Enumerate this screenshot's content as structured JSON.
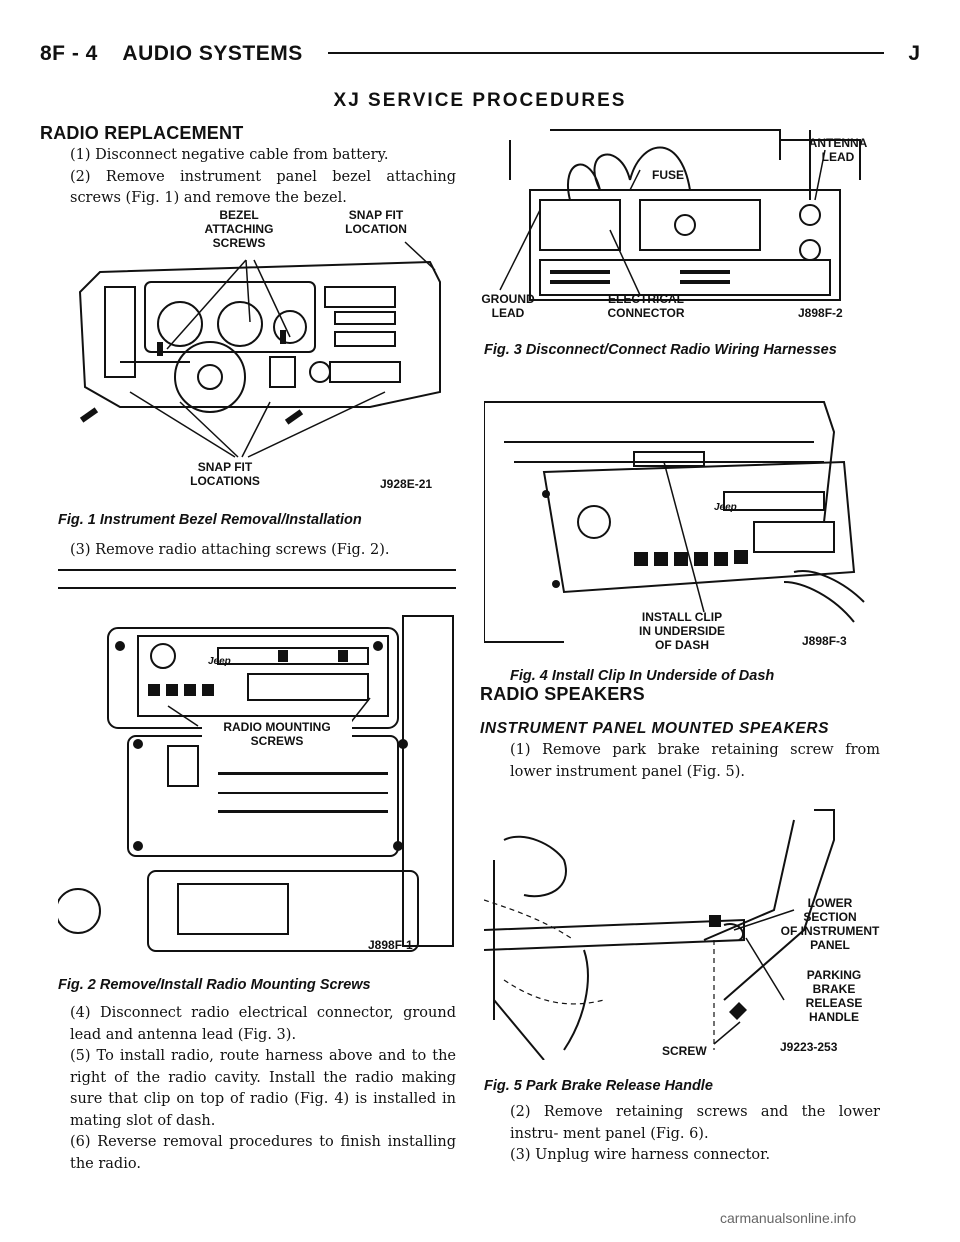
{
  "header": {
    "left": "8F - 4    AUDIO SYSTEMS",
    "right": "J"
  },
  "title": "XJ SERVICE PROCEDURES",
  "left_col": {
    "h_radio_replacement": "RADIO REPLACEMENT",
    "p1": "(1) Disconnect negative cable from battery.",
    "p2": "(2) Remove instrument panel bezel attaching screws (Fig. 1) and remove the bezel.",
    "p3": "(3) Remove radio attaching screws (Fig. 2).",
    "p4": "(4) Disconnect radio electrical connector, ground lead and antenna lead (Fig. 3).",
    "p5": "(5) To install radio, route harness above and to the right of the radio cavity. Install the radio making sure that clip on top of radio (Fig. 4) is installed in mating slot of dash.",
    "p6": "(6) Reverse removal procedures to finish installing the radio."
  },
  "fig1": {
    "caption": "Fig. 1 Instrument Bezel Removal/Installation",
    "label_bezel": "BEZEL\nATTACHING\nSCREWS",
    "label_snapfit_top": "SNAP FIT\nLOCATION",
    "label_snapfit_bottom": "SNAP FIT\nLOCATIONS",
    "code": "J928E-21"
  },
  "fig2": {
    "caption": "Fig. 2 Remove/Install Radio Mounting Screws",
    "label_screws": "RADIO MOUNTING\nSCREWS",
    "code": "J898F-1",
    "brand": "Jeep"
  },
  "right_col": {
    "h_radio_speakers": "RADIO SPEAKERS",
    "h_ip_speakers": "INSTRUMENT PANEL MOUNTED SPEAKERS",
    "q1": "(1) Remove park brake retaining screw from lower instrument panel (Fig. 5).",
    "q2": "(2) Remove retaining screws and the lower instru- ment panel (Fig. 6).",
    "q3": "(3) Unplug wire harness connector."
  },
  "fig3": {
    "caption": "Fig. 3 Disconnect/Connect Radio Wiring Harnesses",
    "label_antenna": "ANTENNA\nLEAD",
    "label_fuse": "FUSE",
    "label_ground": "GROUND\nLEAD",
    "label_connector": "ELECTRICAL\nCONNECTOR",
    "code": "J898F-2"
  },
  "fig4": {
    "caption": "Fig. 4 Install Clip In Underside of Dash",
    "label_clip": "INSTALL CLIP\nIN UNDERSIDE\nOF DASH",
    "code": "J898F-3",
    "brand": "Jeep"
  },
  "fig5": {
    "caption": "Fig. 5 Park Brake Release Handle",
    "label_lower": "LOWER\nSECTION\nOF INSTRUMENT\nPANEL",
    "label_parking": "PARKING\nBRAKE\nRELEASE\nHANDLE",
    "label_screw": "SCREW",
    "code": "J9223-253"
  },
  "watermark": "carmanualsonline.info"
}
